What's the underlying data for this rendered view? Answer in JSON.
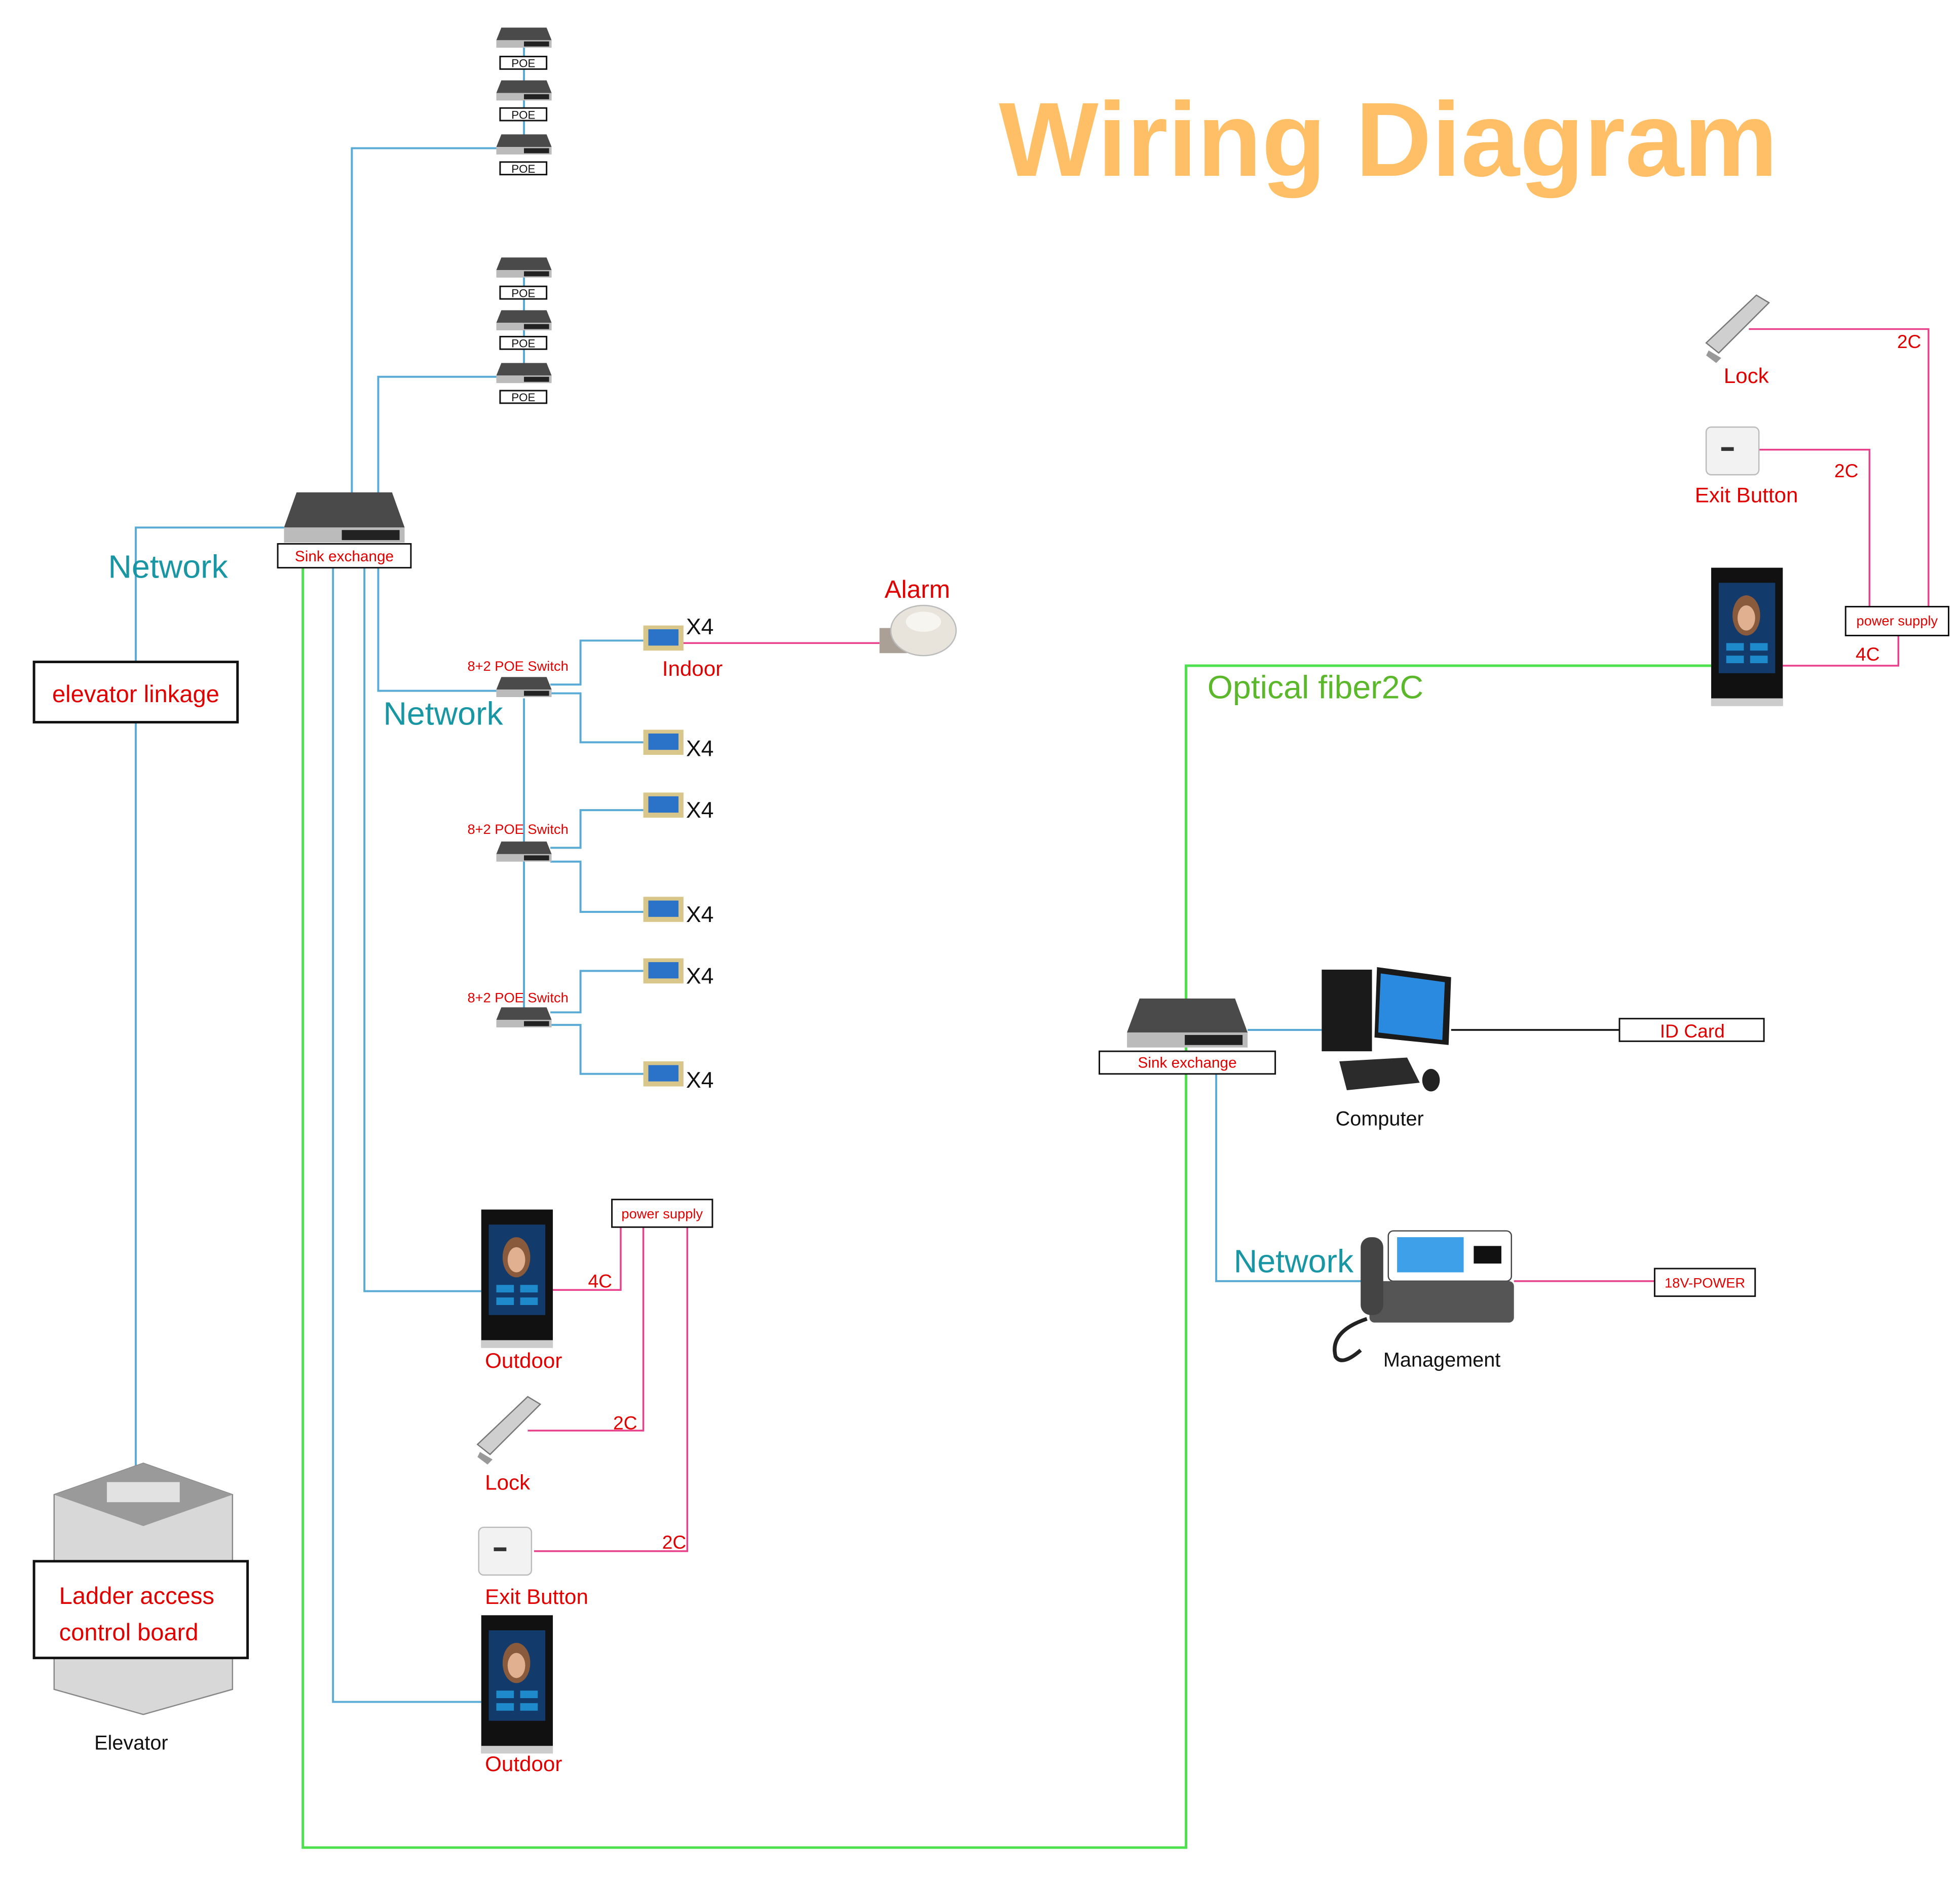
{
  "title": "Wiring Diagram",
  "colors": {
    "title": "#FFBF66",
    "network_line": "#5AAAD6",
    "fiber_line": "#4CE04C",
    "power_line": "#E8408A",
    "label_red": "#E00000",
    "label_teal": "#1896A4",
    "fiber_label": "#5BB82B"
  },
  "poe_label": "POE",
  "sink_exchange": "Sink exchange",
  "network": "Network",
  "elevator_linkage": "elevator linkage",
  "poe_switch": "8+2 POE Switch",
  "x4": "X4",
  "indoor": "Indoor",
  "alarm": "Alarm",
  "outdoor": "Outdoor",
  "power_supply": "power supply",
  "c4": "4C",
  "c2": "2C",
  "lock": "Lock",
  "exit_button": "Exit Button",
  "ladder_access": {
    "line1": "Ladder access",
    "line2": "control board"
  },
  "elevator": "Elevator",
  "optical_fiber": "Optical fiber2C",
  "computer": "Computer",
  "id_card": "ID Card",
  "management": "Management",
  "power_18v": "18V-POWER"
}
